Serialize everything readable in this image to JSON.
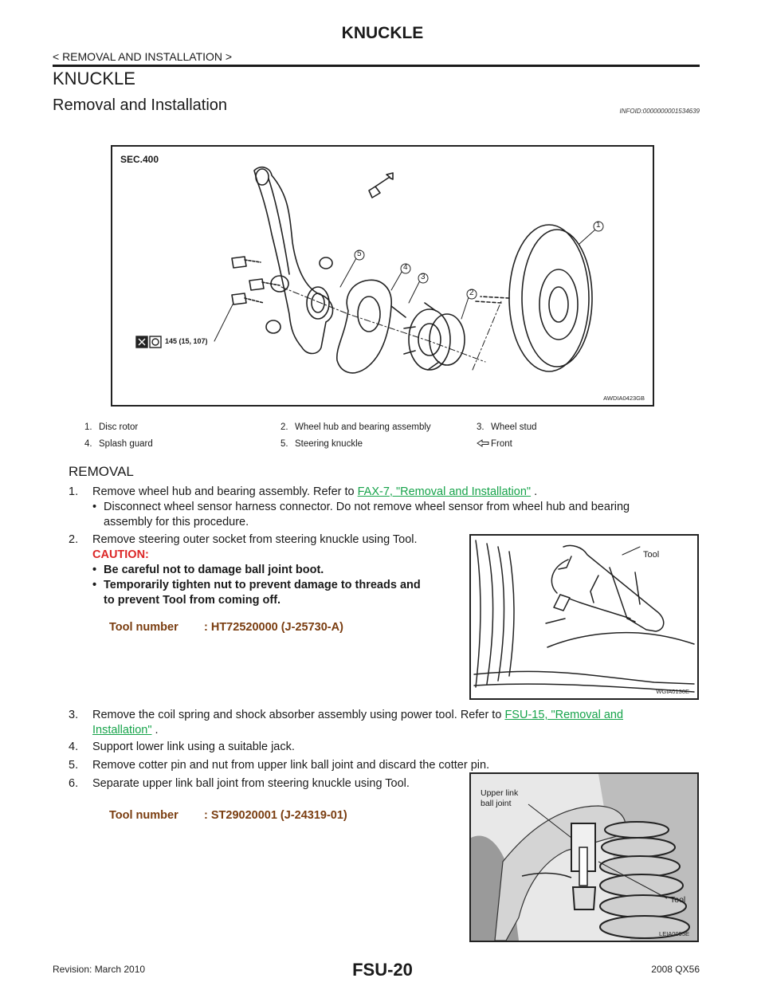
{
  "header": {
    "title": "KNUCKLE",
    "section": "< REMOVAL AND INSTALLATION >"
  },
  "page": {
    "title": "KNUCKLE",
    "subtitle": "Removal and Installation",
    "info_id": "INFOID:0000000001534639"
  },
  "figure1": {
    "sec_label": "SEC.400",
    "torque": "145 (15, 107)",
    "code": "AWDIA0423GB",
    "callouts": [
      "1",
      "2",
      "3",
      "4",
      "5"
    ]
  },
  "legend": [
    {
      "num": "1.",
      "label": "Disc rotor"
    },
    {
      "num": "2.",
      "label": "Wheel hub and bearing assembly"
    },
    {
      "num": "3.",
      "label": "Wheel stud"
    },
    {
      "num": "4.",
      "label": "Splash guard"
    },
    {
      "num": "5.",
      "label": "Steering knuckle"
    },
    {
      "num": "",
      "label": "Front"
    }
  ],
  "removal": {
    "heading": "REMOVAL",
    "step1": {
      "num": "1.",
      "text": "Remove wheel hub and bearing assembly. Refer to",
      "link": "FAX-7, \"Removal and Installation\"",
      "tail": ".",
      "bullet": "Disconnect wheel sensor harness connector. Do not remove wheel sensor from wheel hub and bearing",
      "bullet_cont": "assembly for this procedure."
    },
    "step2": {
      "num": "2.",
      "text": "Remove steering outer socket from steering knuckle using Tool.",
      "caution": "CAUTION:",
      "c1": "Be careful not to damage ball joint boot.",
      "c2a": "Temporarily tighten nut to prevent damage to threads and",
      "c2b": "to prevent Tool from coming off.",
      "tool_label": "Tool number",
      "tool_value": ": HT72520000 (J-25730-A)",
      "fig_label": "Tool",
      "fig_code": "WGIA0130E"
    },
    "step3": {
      "num": "3.",
      "text": "Remove the coil spring and shock absorber assembly using power tool. Refer to",
      "link_a": "FSU-15, \"Removal and",
      "link_b": "Installation\"",
      "tail": "."
    },
    "step4": {
      "num": "4.",
      "text": "Support lower link using a suitable jack."
    },
    "step5": {
      "num": "5.",
      "text": "Remove cotter pin and nut from upper link ball joint and discard the cotter pin."
    },
    "step6": {
      "num": "6.",
      "text": "Separate upper link ball joint from steering knuckle using Tool.",
      "tool_label": "Tool number",
      "tool_value": ": ST29020001 (J-24319-01)",
      "fig_label_a": "Upper link",
      "fig_label_b": "ball joint",
      "fig_tool": "Tool",
      "fig_code": "LEIA0095E"
    }
  },
  "footer": {
    "revision": "Revision: March 2010",
    "page_no": "FSU-20",
    "model": "2008 QX56"
  }
}
